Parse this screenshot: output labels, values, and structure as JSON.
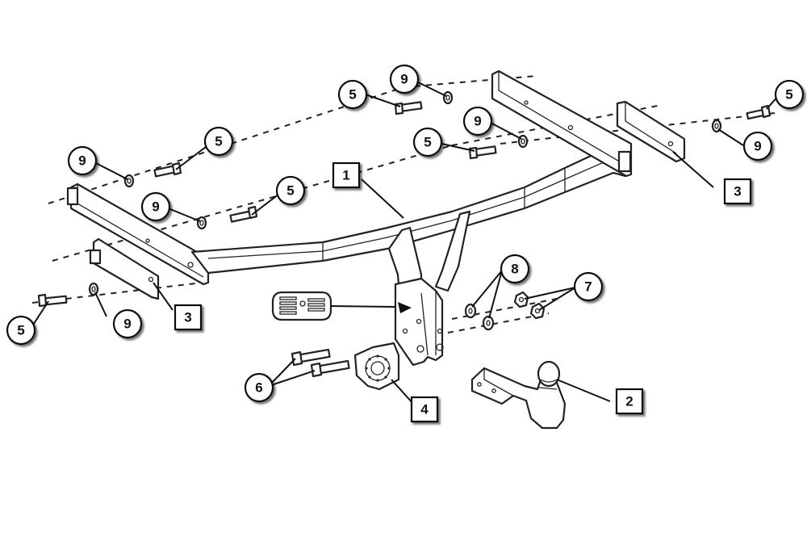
{
  "callouts": {
    "c1": "1",
    "c2": "2",
    "c3_left": "3",
    "c3_right": "3",
    "c4": "4",
    "c5_a": "5",
    "c5_b": "5",
    "c5_c": "5",
    "c5_d": "5",
    "c5_e": "5",
    "c5_f": "5",
    "c6": "6",
    "c7": "7",
    "c8": "8",
    "c9_a": "9",
    "c9_b": "9",
    "c9_c": "9",
    "c9_d": "9",
    "c9_e": "9",
    "c9_f": "9"
  }
}
